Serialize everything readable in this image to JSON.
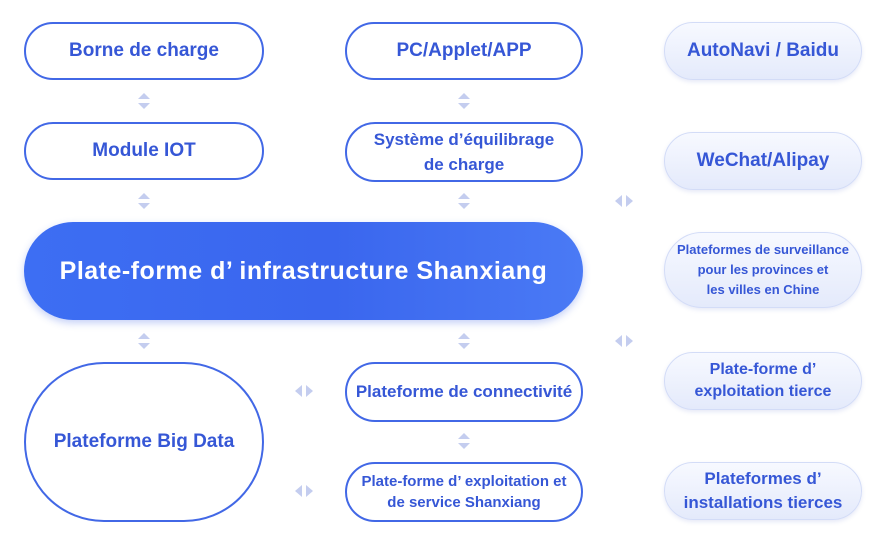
{
  "left_column": {
    "top": "Borne de charge",
    "middle": "Module IOT",
    "bottom": "Plateforme Big Data"
  },
  "center_column": {
    "top": "PC/Applet/APP",
    "middle_line1": "Système d’équilibrage",
    "middle_line2": "de charge",
    "connectivity": "Plateforme de connectivité",
    "bottom_line1": "Plate-forme d’ exploitation et",
    "bottom_line2": "de service Shanxiang"
  },
  "main_platform": "Plate-forme d’ infrastructure Shanxiang",
  "right_column": {
    "autonavi": "AutoNavi / Baidu",
    "wechat": "WeChat/Alipay",
    "surveillance_line1": "Plateformes de surveillance",
    "surveillance_line2": "pour les provinces et",
    "surveillance_line3": "les villes en Chine",
    "exploitation_line1": "Plate-forme d’",
    "exploitation_line2": "exploitation tierce",
    "installations_line1": "Plateformes d’",
    "installations_line2": "installations tierces"
  },
  "colors": {
    "primary": "#4268e6",
    "text": "#3657d6",
    "arrow": "#c4cdef",
    "soft_bg": "#e4eafb"
  }
}
